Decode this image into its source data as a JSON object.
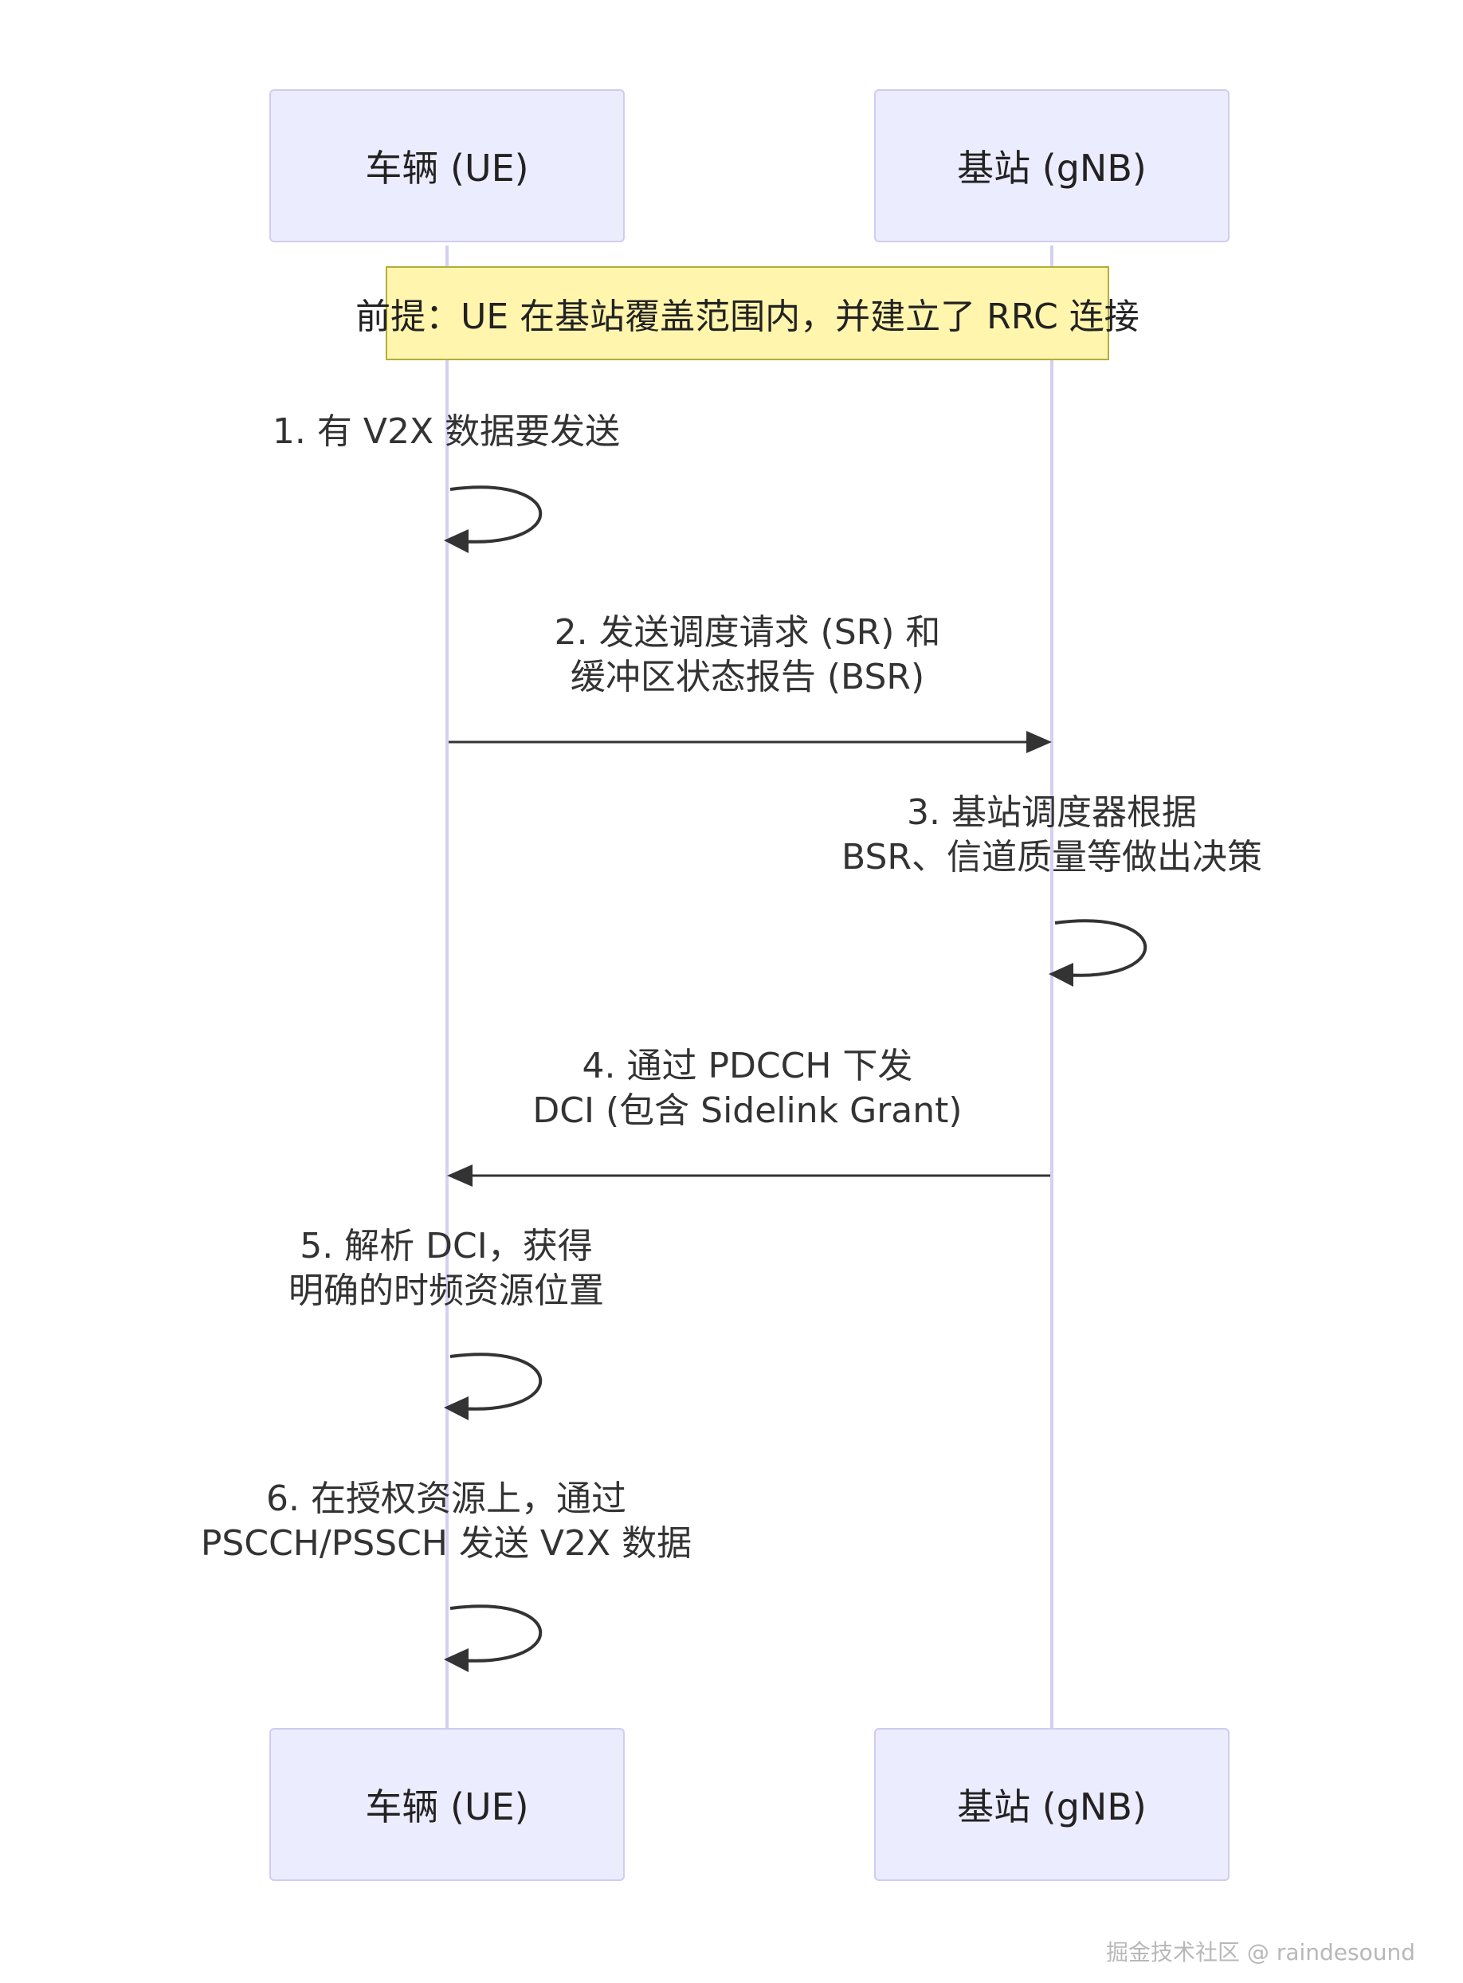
{
  "participants": {
    "ue": "车辆 (UE)",
    "gnb": "基站 (gNB)"
  },
  "note": "前提：UE 在基站覆盖范围内，并建立了 RRC 连接",
  "messages": [
    {
      "step": "1",
      "lines": [
        "1. 有 V2X 数据要发送"
      ],
      "from": "ue",
      "to": "ue"
    },
    {
      "step": "2",
      "lines": [
        "2. 发送调度请求 (SR) 和",
        "缓冲区状态报告 (BSR)"
      ],
      "from": "ue",
      "to": "gnb"
    },
    {
      "step": "3",
      "lines": [
        "3. 基站调度器根据",
        "BSR、信道质量等做出决策"
      ],
      "from": "gnb",
      "to": "gnb"
    },
    {
      "step": "4",
      "lines": [
        "4. 通过 PDCCH 下发",
        "DCI (包含 Sidelink Grant)"
      ],
      "from": "gnb",
      "to": "ue"
    },
    {
      "step": "5",
      "lines": [
        "5. 解析 DCI，获得",
        "明确的时频资源位置"
      ],
      "from": "ue",
      "to": "ue"
    },
    {
      "step": "6",
      "lines": [
        "6. 在授权资源上，通过",
        "PSCCH/PSSCH 发送 V2X 数据"
      ],
      "from": "ue",
      "to": "ue"
    }
  ],
  "watermark": "掘金技术社区 @ raindesound",
  "colors": {
    "actor_fill": "#ececff",
    "actor_border": "#cfcdf0",
    "lifeline": "#d4d0ef",
    "note_fill": "#fff5ad",
    "note_border": "#b4ad3a",
    "arrow": "#333333"
  }
}
